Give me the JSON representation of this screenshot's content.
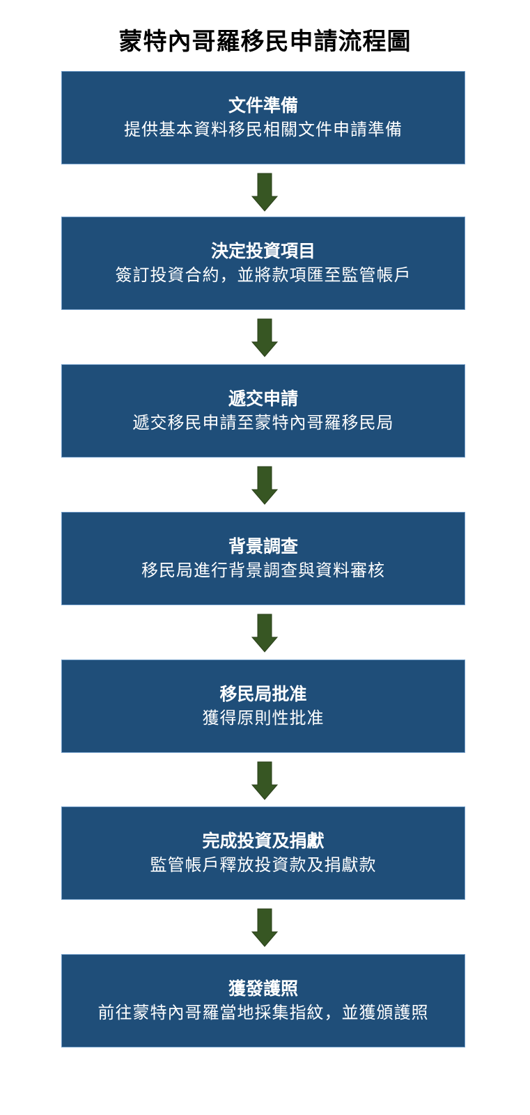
{
  "title": "蒙特內哥羅移民申請流程圖",
  "colors": {
    "box": "#1f4e79",
    "arrow": "#375623"
  },
  "steps": [
    {
      "heading": "文件準備",
      "detail": "提供基本資料移民相關文件申請準備"
    },
    {
      "heading": "決定投資項目",
      "detail": "簽訂投資合約，並將款項匯至監管帳戶"
    },
    {
      "heading": "遞交申請",
      "detail": "遞交移民申請至蒙特內哥羅移民局"
    },
    {
      "heading": "背景調查",
      "detail": "移民局進行背景調查與資料審核"
    },
    {
      "heading": "移民局批准",
      "detail": "獲得原則性批准"
    },
    {
      "heading": "完成投資及捐獻",
      "detail": "監管帳戶釋放投資款及捐獻款"
    },
    {
      "heading": "獲發護照",
      "detail": "前往蒙特內哥羅當地採集指紋，並獲頒護照"
    }
  ]
}
